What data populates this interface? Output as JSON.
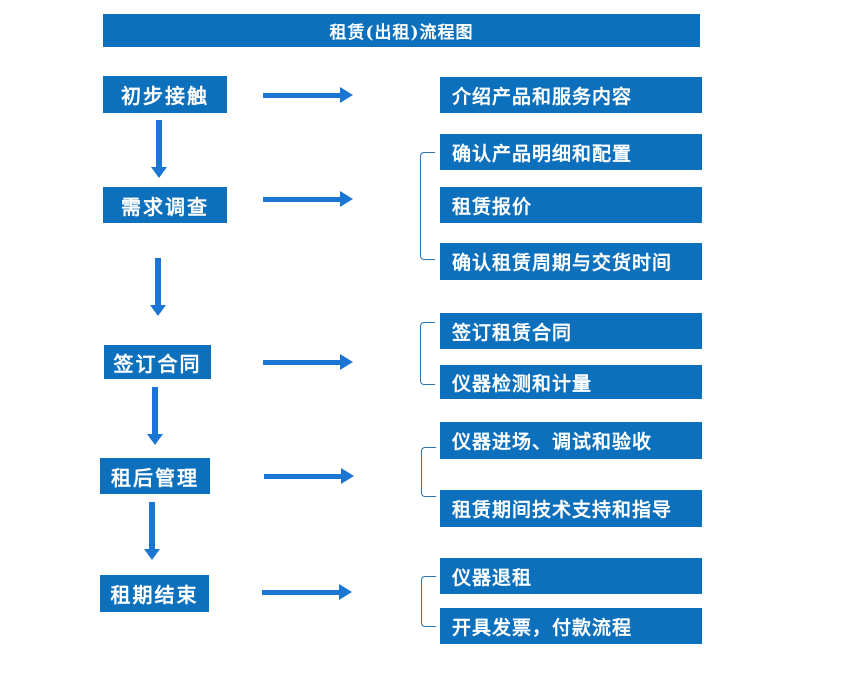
{
  "title": "租赁(出租)流程图",
  "colors": {
    "box_fill": "#0D70BC",
    "arrow": "#1B75D2",
    "bracket": "#2E75B6",
    "text": "#FFFFFF",
    "background": "#FFFFFF"
  },
  "steps": [
    {
      "label": "初步接触",
      "details": [
        "介绍产品和服务内容"
      ]
    },
    {
      "label": "需求调查",
      "details": [
        "确认产品明细和配置",
        "租赁报价",
        "确认租赁周期与交货时间"
      ]
    },
    {
      "label": "签订合同",
      "details": [
        "签订租赁合同",
        "仪器检测和计量"
      ]
    },
    {
      "label": "租后管理",
      "details": [
        "仪器进场、调试和验收",
        "租赁期间技术支持和指导"
      ]
    },
    {
      "label": "租期结束",
      "details": [
        "仪器退租",
        "开具发票，付款流程"
      ]
    }
  ]
}
